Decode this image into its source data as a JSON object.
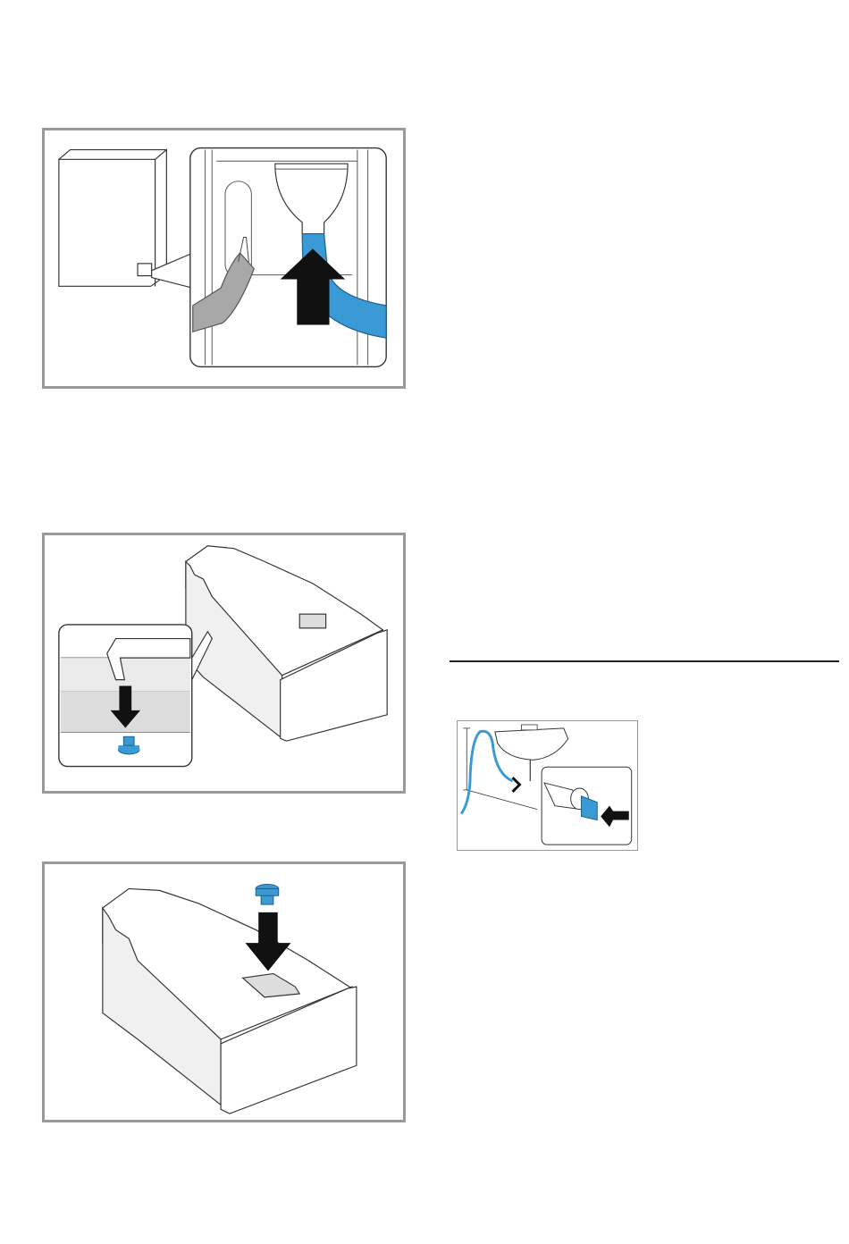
{
  "page": {
    "background": "#ffffff",
    "frame_color": "#9a9a9a",
    "accent_blue": "#3a9ad6",
    "hose_grey": "#a8a8a8",
    "arrow_color": "#111111"
  },
  "figures": [
    {
      "id": "fig1",
      "icon": "drain-hose-connect-illustration"
    },
    {
      "id": "fig2",
      "icon": "dispenser-drawer-remove-plug-illustration"
    },
    {
      "id": "fig3",
      "icon": "dispenser-drawer-insert-plug-illustration"
    },
    {
      "id": "fig4",
      "icon": "sink-drain-siphon-illustration"
    }
  ]
}
